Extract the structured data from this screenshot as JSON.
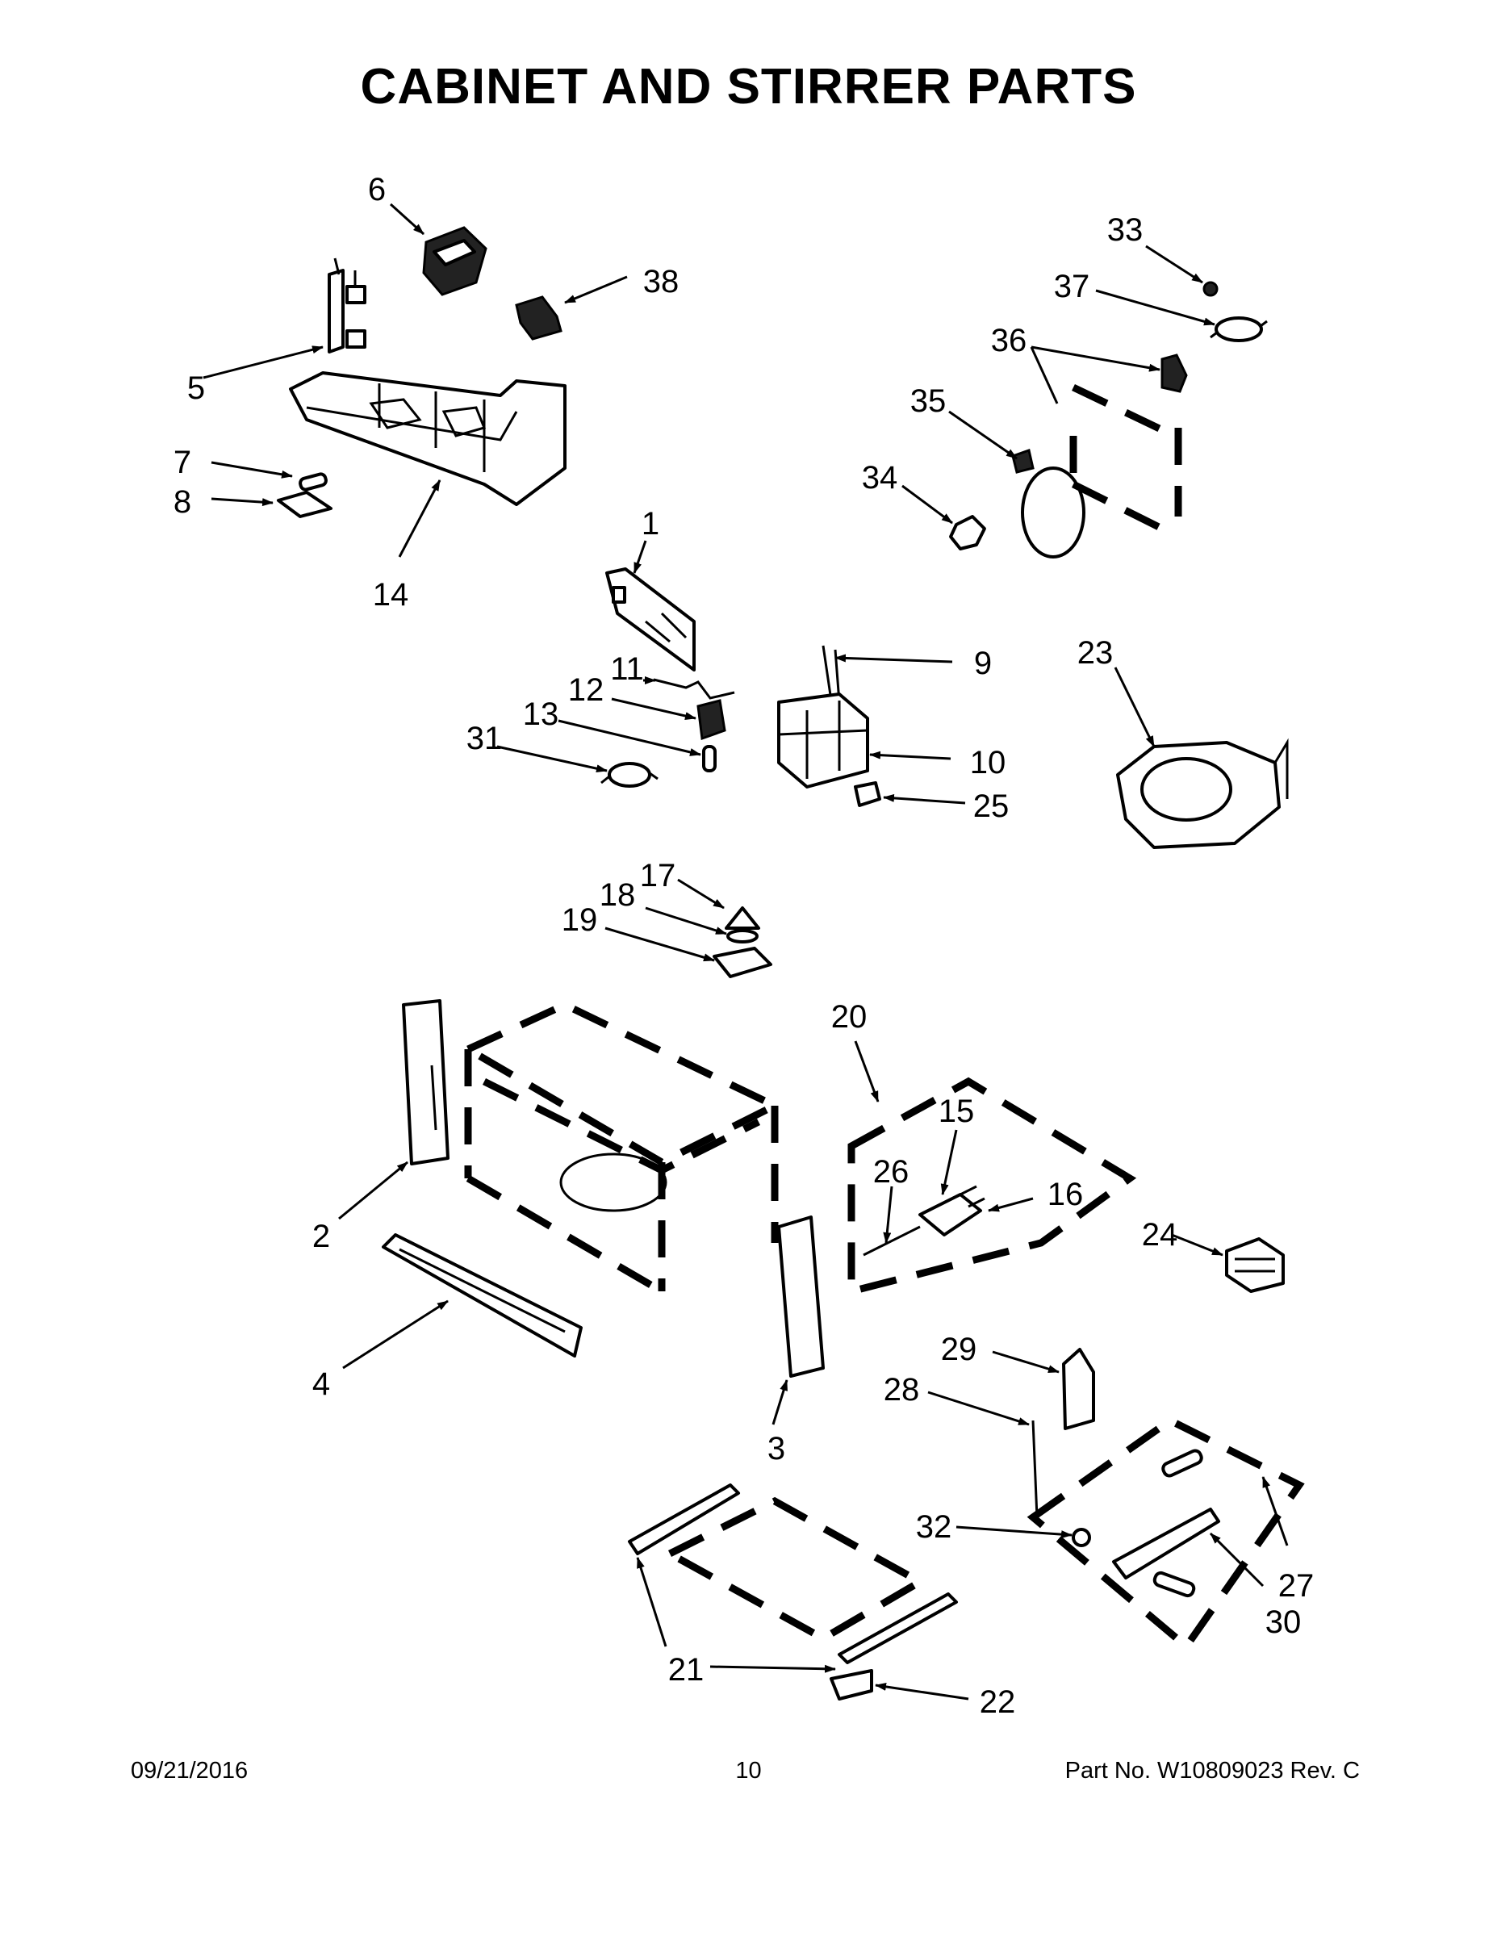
{
  "title": "CABINET AND STIRRER PARTS",
  "footer": {
    "date": "09/21/2016",
    "page": "10",
    "part_number": "Part No.  W10809023  Rev.  C"
  },
  "callouts": [
    "1",
    "2",
    "3",
    "4",
    "5",
    "6",
    "7",
    "8",
    "9",
    "10",
    "11",
    "12",
    "13",
    "14",
    "15",
    "16",
    "17",
    "18",
    "19",
    "20",
    "21",
    "22",
    "23",
    "24",
    "25",
    "26",
    "27",
    "28",
    "29",
    "30",
    "31",
    "32",
    "33",
    "34",
    "35",
    "36",
    "37",
    "38"
  ]
}
